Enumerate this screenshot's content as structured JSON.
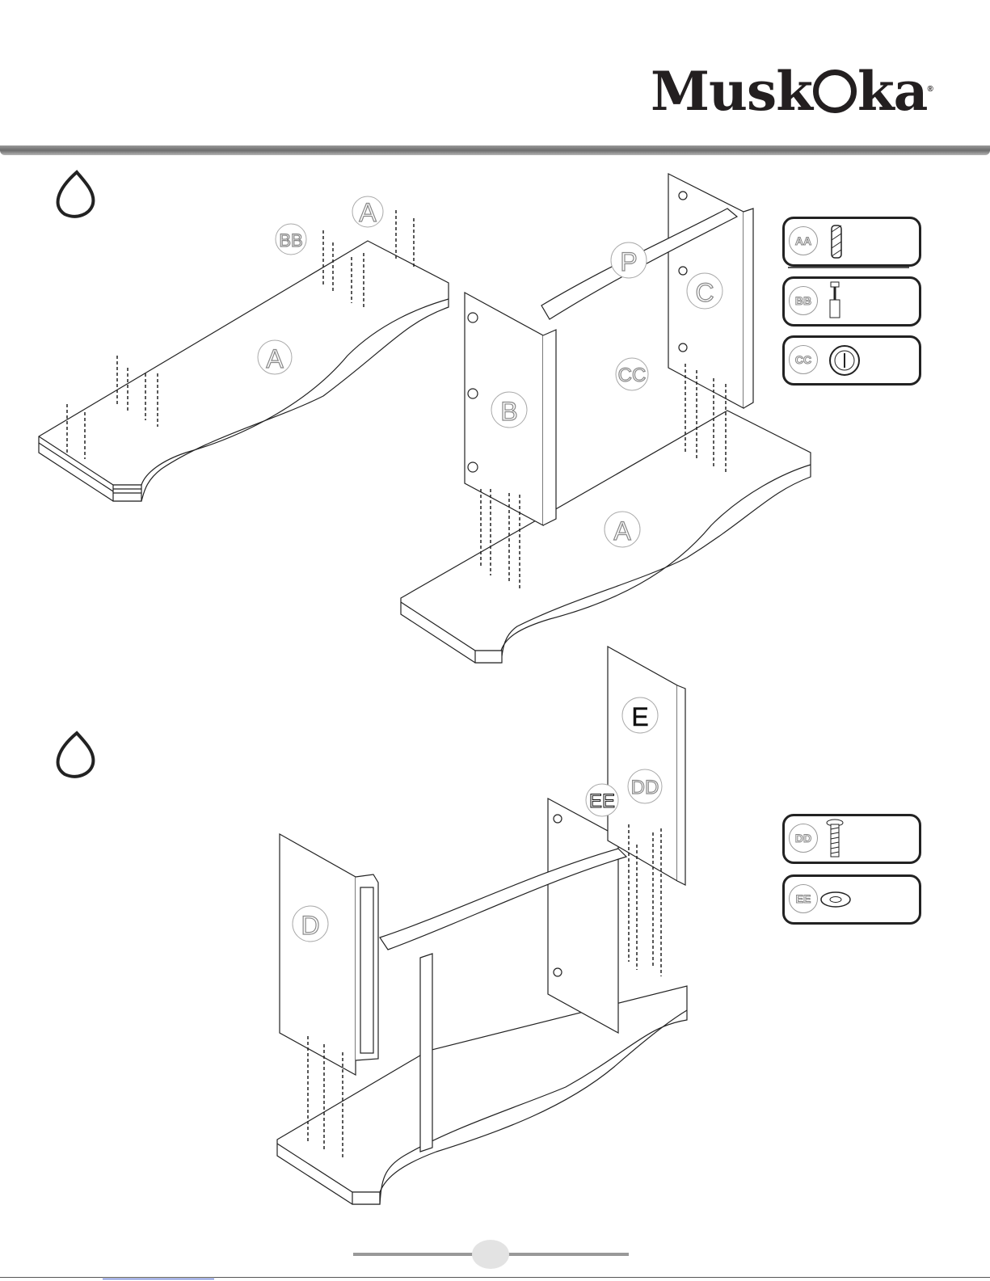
{
  "brand": {
    "name": "Musk",
    "name_tail": "ka",
    "registered": "®"
  },
  "step1": {
    "part_labels": [
      "A",
      "BB",
      "A",
      "P",
      "C",
      "B",
      "CC",
      "A"
    ]
  },
  "step2": {
    "part_labels": [
      "E",
      "DD",
      "EE",
      "D"
    ]
  },
  "hardware": [
    {
      "code": "AA",
      "icon": "dowel-icon"
    },
    {
      "code": "BB",
      "icon": "cam-bolt-icon"
    },
    {
      "code": "CC",
      "icon": "cam-lock-icon"
    },
    {
      "code": "DD",
      "icon": "screw-icon"
    },
    {
      "code": "EE",
      "icon": "washer-icon"
    }
  ]
}
